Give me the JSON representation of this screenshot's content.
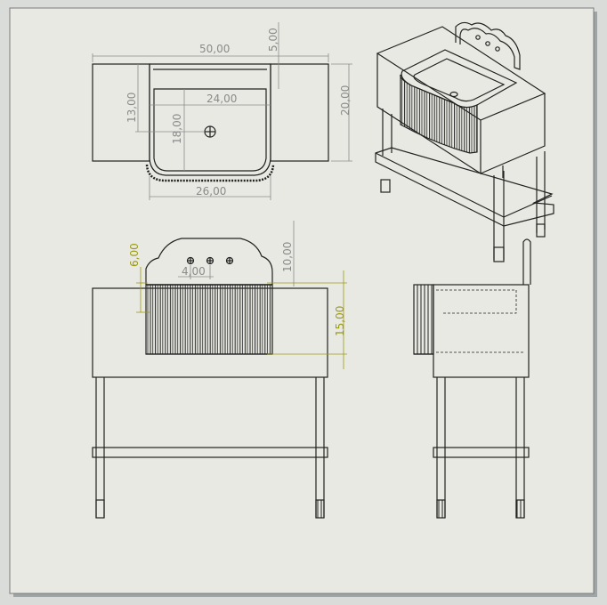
{
  "colors": {
    "paper": "#e9e9e3",
    "frame_shadow": "#9fa4a4",
    "line": "#222222",
    "dim_gray": "#8a8a8a",
    "dim_yellow": "#9a9a14"
  },
  "dimensions": {
    "top_view": {
      "overall_width": "50,00",
      "back_gap": "5,00",
      "basin_depth": "13,00",
      "inner_width": "24,00",
      "drain_offset": "18,00",
      "total_depth": "20,00",
      "front_width": "26,00"
    },
    "front_view": {
      "splash_height": "6,00",
      "tap_spacing": "4,00",
      "backsplash_height": "10,00",
      "apron_height": "15,00"
    }
  },
  "views": [
    "top-view",
    "isometric-view",
    "front-view",
    "side-view"
  ]
}
